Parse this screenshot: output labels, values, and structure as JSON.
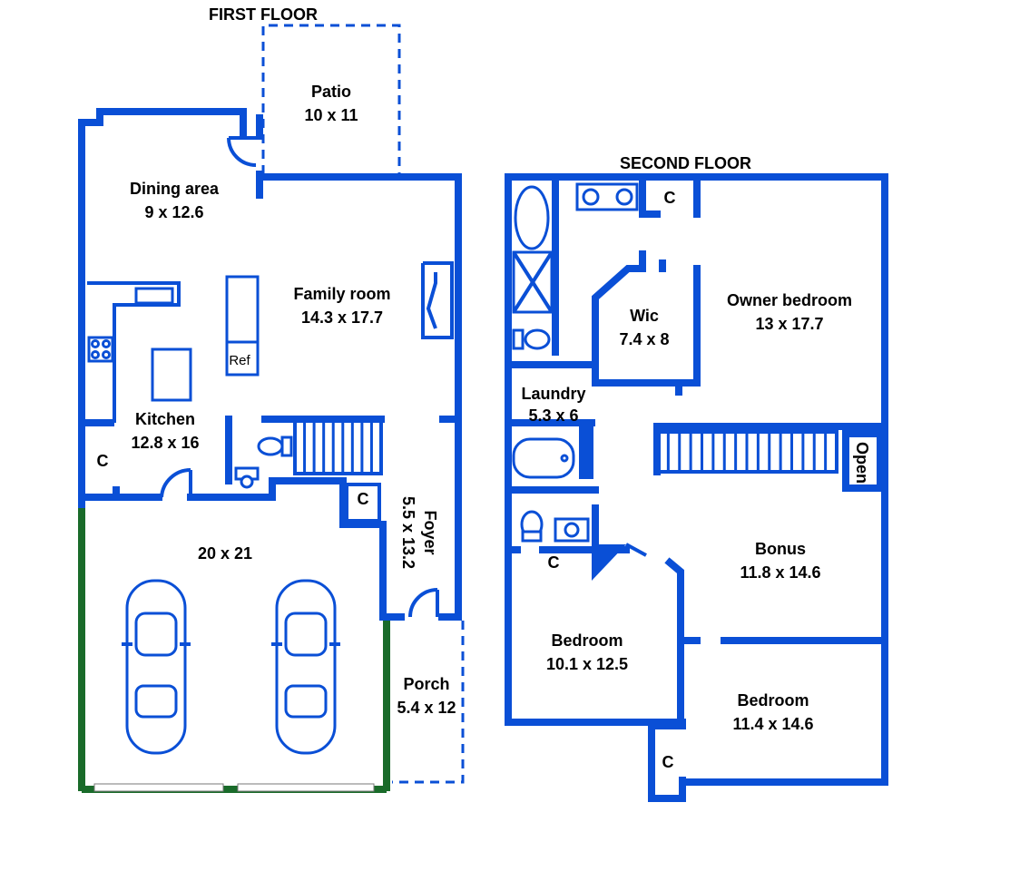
{
  "titles": {
    "first_floor": "FIRST FLOOR",
    "second_floor": "SECOND FLOOR"
  },
  "rooms": {
    "patio": {
      "name": "Patio",
      "size": "10 x 11"
    },
    "dining": {
      "name": "Dining area",
      "size": "9 x 12.6"
    },
    "family": {
      "name": "Family room",
      "size": "14.3 x 17.7"
    },
    "kitchen": {
      "name": "Kitchen",
      "size": "12.8 x 16"
    },
    "garage": {
      "size": "20 x 21"
    },
    "foyer": {
      "name": "Foyer",
      "size": "5.5 x 13.2"
    },
    "porch": {
      "name": "Porch",
      "size": "5.4 x 12"
    },
    "wic": {
      "name": "Wic",
      "size": "7.4 x 8"
    },
    "owner": {
      "name": "Owner bedroom",
      "size": "13 x 17.7"
    },
    "laundry": {
      "name": "Laundry",
      "size": "5.3 x 6"
    },
    "bonus": {
      "name": "Bonus",
      "size": "11.8 x 14.6"
    },
    "bedroom2": {
      "name": "Bedroom",
      "size": "10.1 x 12.5"
    },
    "bedroom3": {
      "name": "Bedroom",
      "size": "11.4 x 14.6"
    }
  },
  "labels": {
    "closet": "C",
    "ref": "Ref",
    "open": "Open"
  },
  "colors": {
    "wall": "#0a4fd6",
    "garage_side": "#1a6b2a"
  }
}
